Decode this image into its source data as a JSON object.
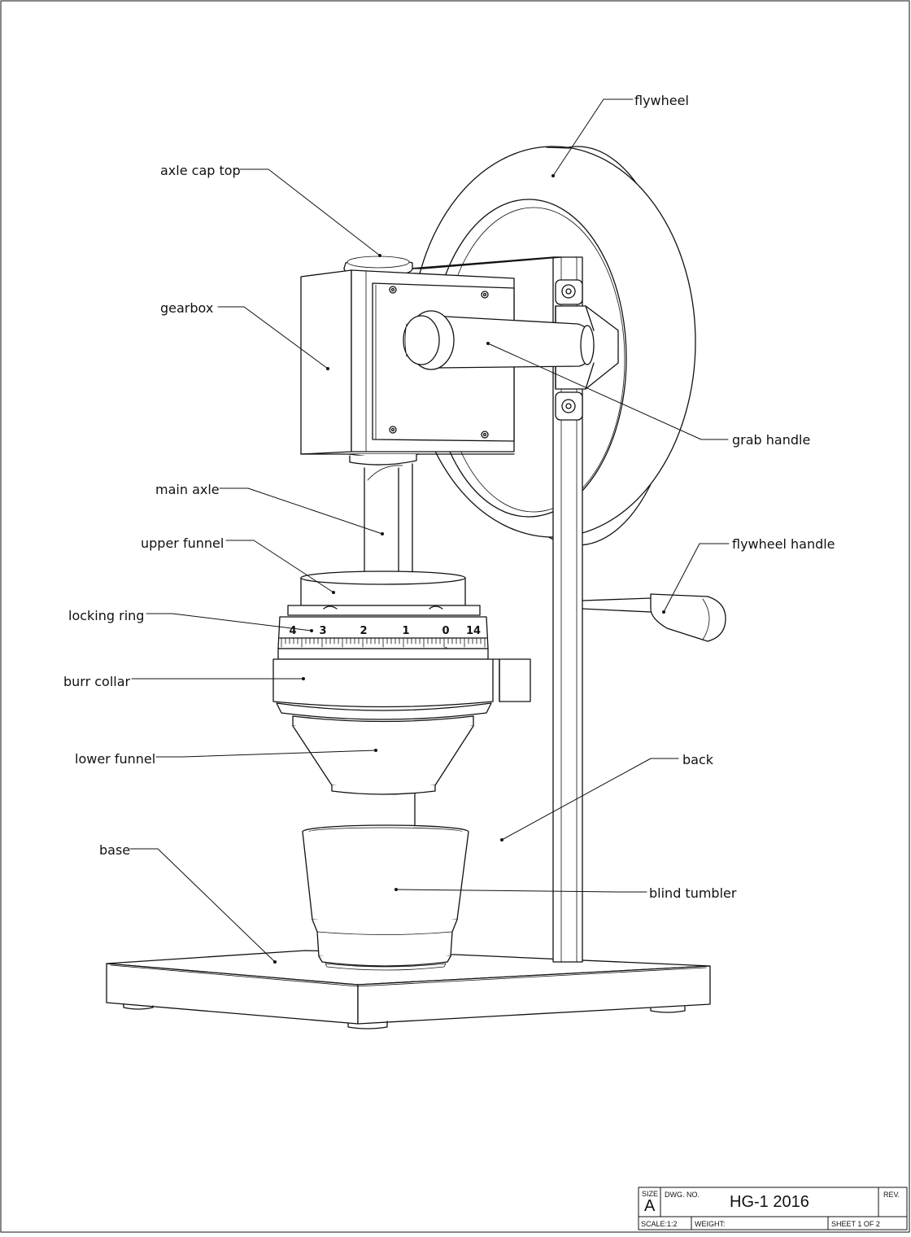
{
  "labels": {
    "flywheel": "flywheel",
    "axle_cap_top": "axle cap top",
    "gearbox": "gearbox",
    "grab_handle": "grab handle",
    "main_axle": "main axle",
    "upper_funnel": "upper funnel",
    "flywheel_handle": "flywheel handle",
    "locking_ring": "locking ring",
    "burr_collar": "burr collar",
    "lower_funnel": "lower funnel",
    "back": "back",
    "base": "base",
    "blind_tumbler": "blind tumbler"
  },
  "dial": {
    "numbers": [
      "4",
      "3",
      "2",
      "1",
      "0",
      "14"
    ],
    "zero_marker": "0"
  },
  "title_block": {
    "size_label": "SIZE",
    "size_value": "A",
    "dwg_no_label": "DWG.  NO.",
    "dwg_no_value": "HG-1 2016",
    "rev_label": "REV.",
    "scale": "SCALE:1:2",
    "weight": "WEIGHT:",
    "sheet": "SHEET 1 OF 2"
  }
}
